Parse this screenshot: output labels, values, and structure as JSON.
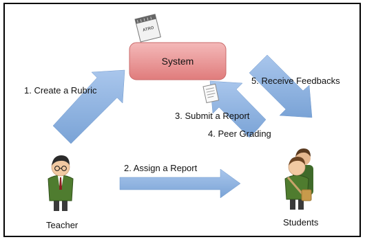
{
  "system": {
    "label": "System"
  },
  "steps": [
    {
      "label": "1. Create a Rubric"
    },
    {
      "label": "2. Assign a Report"
    },
    {
      "label": "3. Submit a Report"
    },
    {
      "label": "4. Peer Grading"
    },
    {
      "label": "5. Receive Feedbacks"
    }
  ],
  "actors": {
    "teacher": {
      "label": "Teacher"
    },
    "students": {
      "label": "Students"
    }
  },
  "logo": {
    "text": "ATRO"
  },
  "colors": {
    "system_fill": "#ef9a9a",
    "arrow_fill": "#8fb4e3",
    "teacher_jacket": "#4f7c2f",
    "student_jacket": "#4f7c2f"
  }
}
